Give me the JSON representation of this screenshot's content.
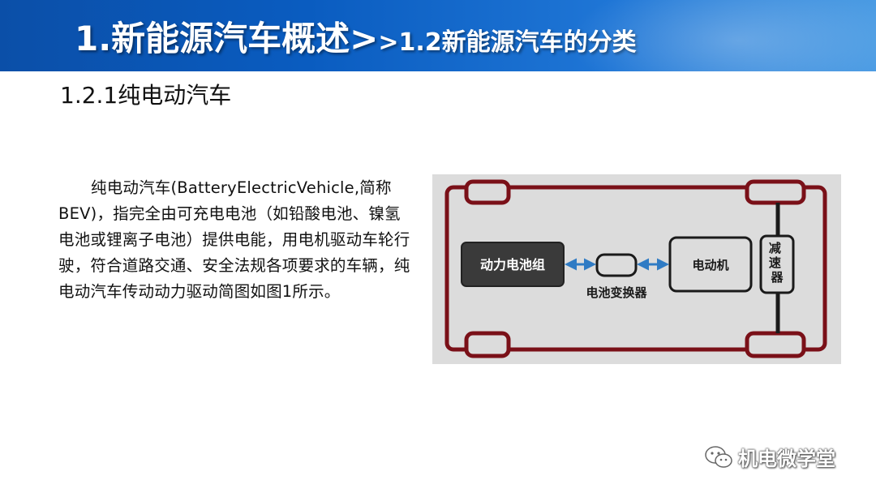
{
  "header": {
    "title_main": "1.新能源汽车概述>",
    "title_sub": ">1.2新能源汽车的分类"
  },
  "section": {
    "heading": "1.2.1纯电动汽车"
  },
  "body": {
    "paragraph": "纯电动汽车(BatteryElectricVehicle,简称BEV)，指完全由可充电电池（如铅酸电池、镍氢电池或锂离子电池）提供电能，用电机驱动车轮行驶，符合道路交通、安全法规各项要求的车辆，纯电动汽车传动动力驱动简图如图1所示。"
  },
  "diagram": {
    "battery_pack_label": "动力电池组",
    "converter_label": "电池变换器",
    "motor_label": "电动机",
    "reducer_label": "减速器",
    "colors": {
      "chassis": "#7a1018",
      "box_dark": "#3a3a3a",
      "arrow": "#2f7bc4",
      "background": "#dcdcdc"
    }
  },
  "watermark": {
    "text": "机电微学堂",
    "icon": "wechat-icon"
  },
  "colors": {
    "banner_start": "#0b4fa8",
    "banner_end": "#4a9be3"
  }
}
